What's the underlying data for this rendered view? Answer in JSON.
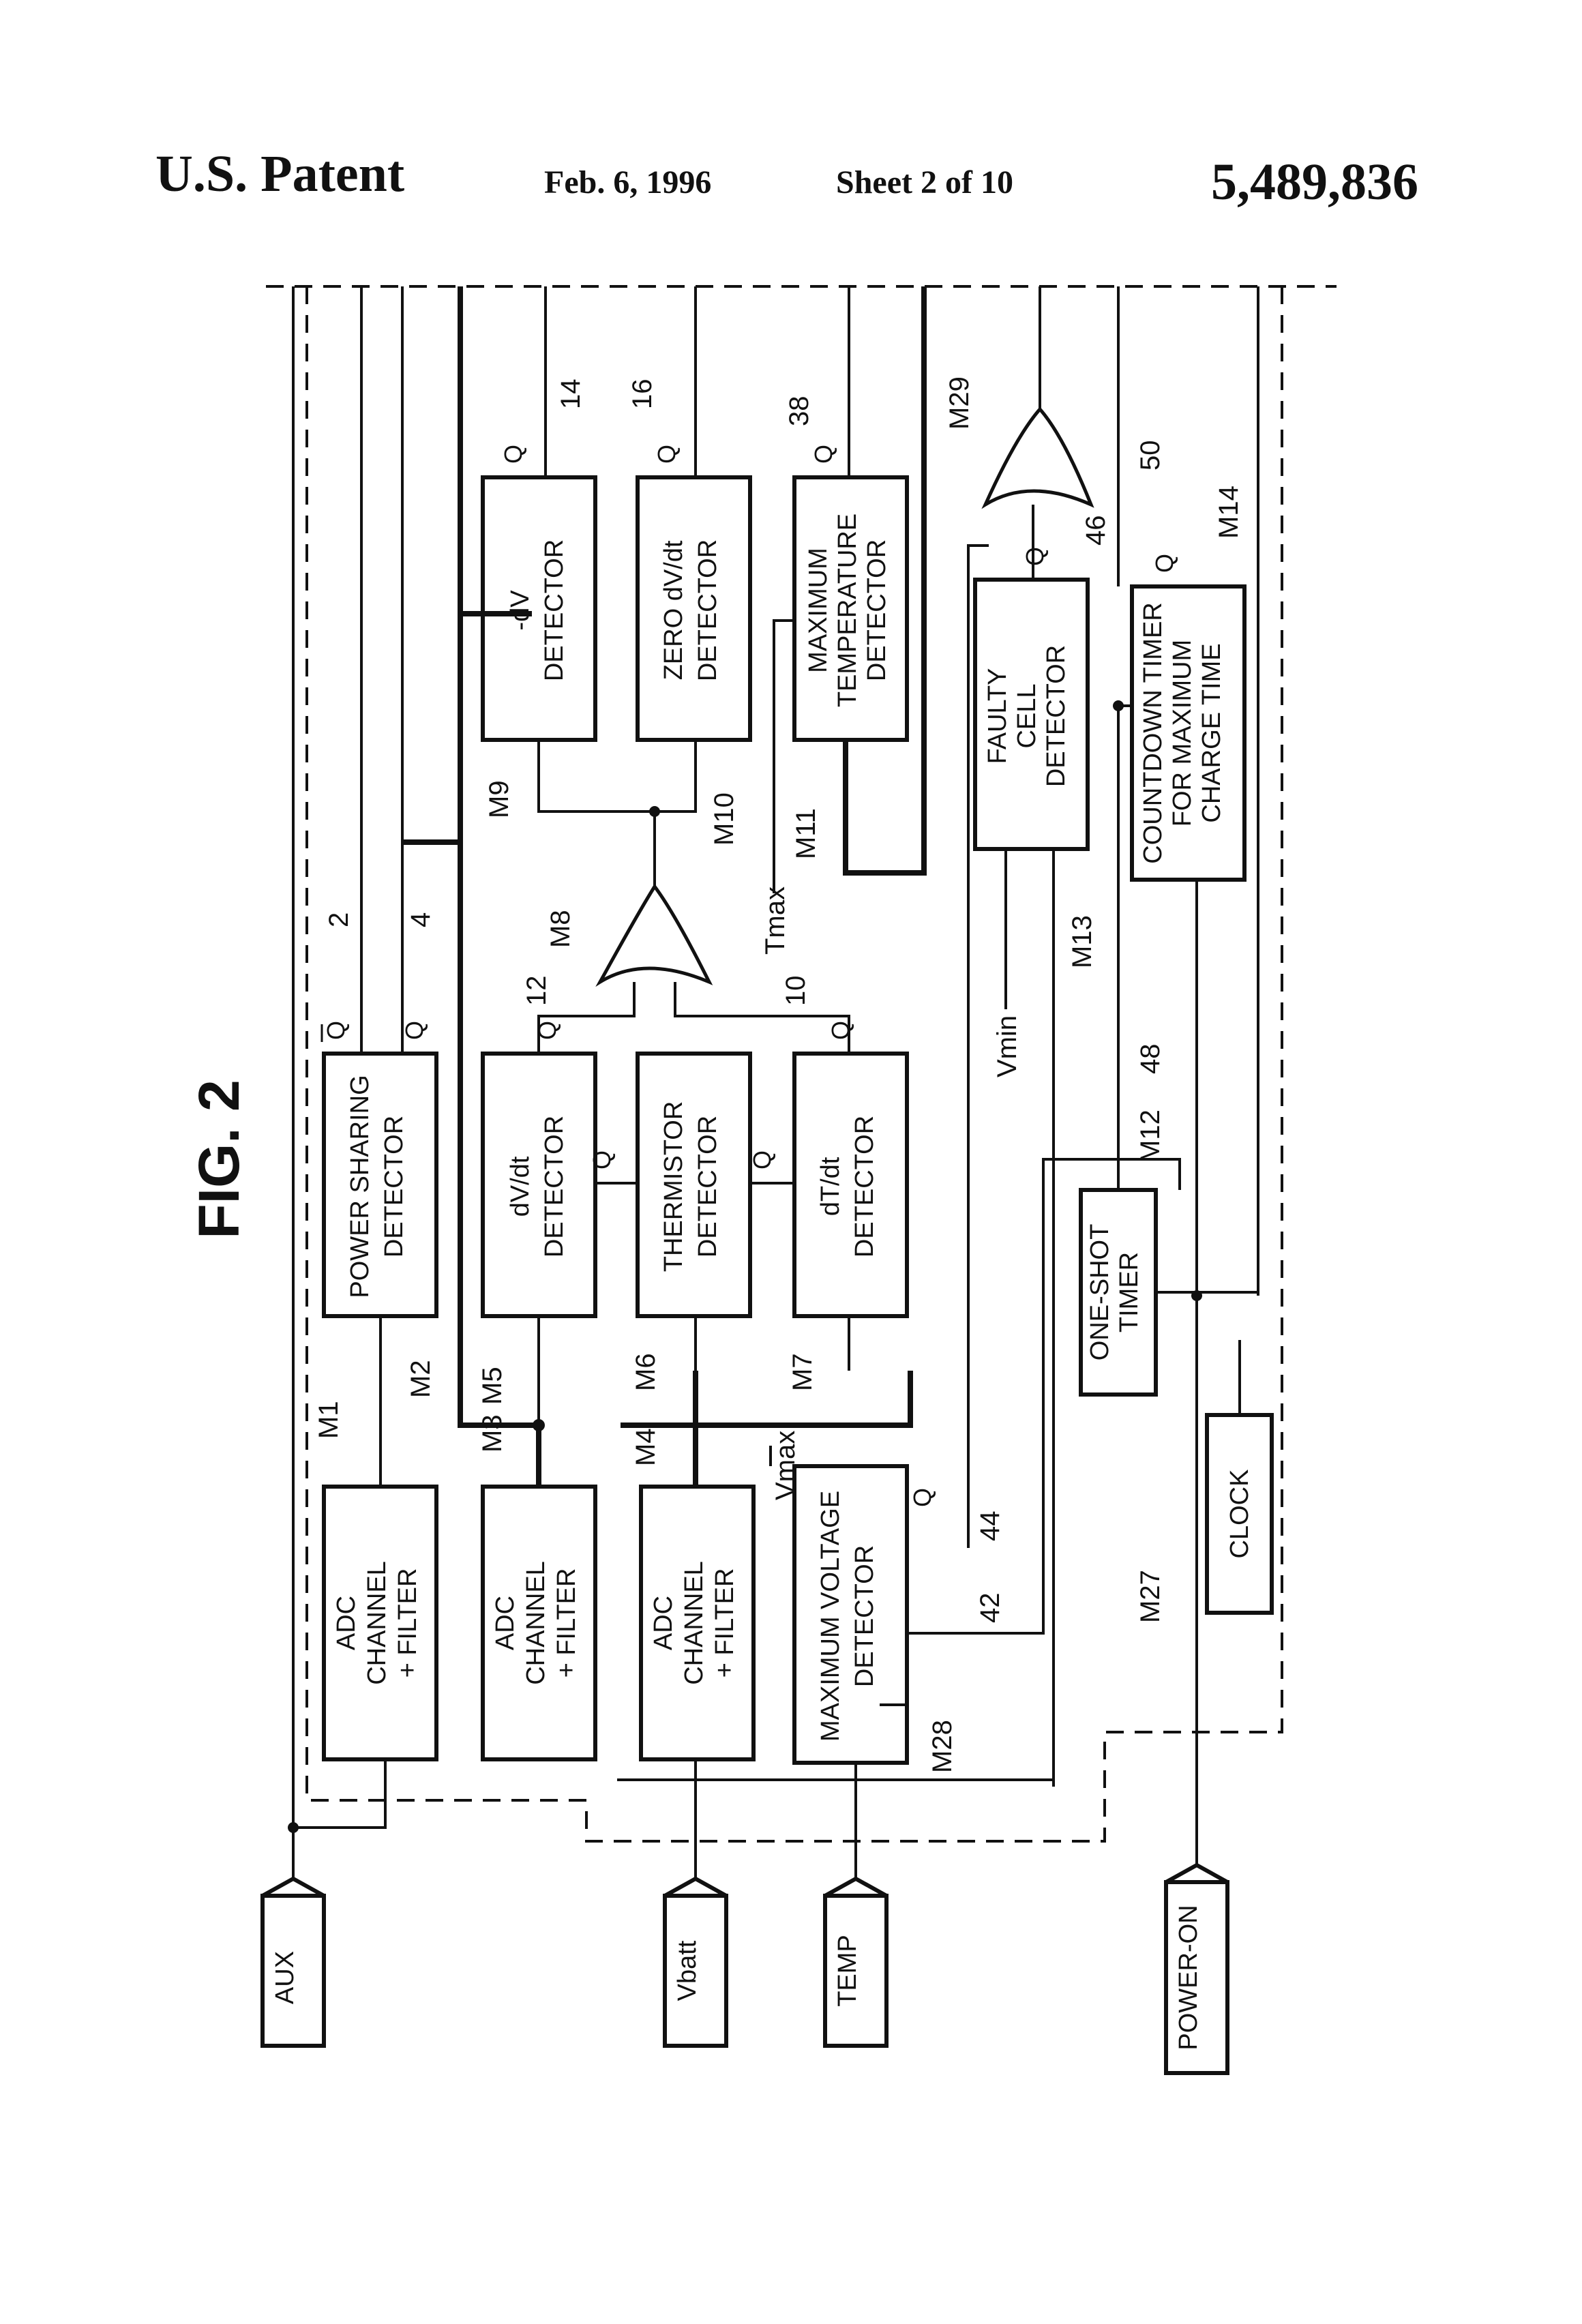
{
  "header": {
    "left": "U.S. Patent",
    "date": "Feb. 6, 1996",
    "sheet": "Sheet 2 of 10",
    "number": "5,489,836"
  },
  "figure": {
    "label": "FIG. 2"
  },
  "inputs": {
    "aux": "AUX",
    "vbatt": "Vbatt",
    "temp": "TEMP",
    "power_on": "POWER-ON"
  },
  "blocks": {
    "adc1": [
      "ADC",
      "CHANNEL",
      "+ FILTER"
    ],
    "adc2": [
      "ADC",
      "CHANNEL",
      "+ FILTER"
    ],
    "adc3": [
      "ADC",
      "CHANNEL",
      "+ FILTER"
    ],
    "max_voltage": [
      "MAXIMUM VOLTAGE",
      "DETECTOR"
    ],
    "power_sharing": [
      "POWER SHARING",
      "DETECTOR"
    ],
    "dvdt": [
      "dV/dt",
      "DETECTOR"
    ],
    "thermistor": [
      "THERMISTOR",
      "DETECTOR"
    ],
    "dtdt": [
      "dT/dt",
      "DETECTOR"
    ],
    "neg_dv": [
      "-dV",
      "DETECTOR"
    ],
    "zero_dvdt": [
      "ZERO dV/dt",
      "DETECTOR"
    ],
    "max_temp": [
      "MAXIMUM",
      "TEMPERATURE",
      "DETECTOR"
    ],
    "faulty_cell": [
      "FAULTY",
      "CELL",
      "DETECTOR"
    ],
    "countdown": [
      "COUNTDOWN TIMER",
      "FOR MAXIMUM",
      "CHARGE TIME"
    ],
    "one_shot": [
      "ONE-SHOT",
      "TIMER"
    ],
    "clock": [
      "CLOCK"
    ]
  },
  "labels": {
    "m1": "M1",
    "m2": "M2",
    "m3": "M3",
    "m4": "M4",
    "m5": "M5",
    "m6": "M6",
    "m7": "M7",
    "m8": "M8",
    "m9": "M9",
    "m10": "M10",
    "m11": "M11",
    "m12": "M12",
    "m13": "M13",
    "m14": "M14",
    "m27": "M27",
    "m28": "M28",
    "m29": "M29",
    "n2": "2",
    "n4": "4",
    "n10": "10",
    "n12": "12",
    "n14": "14",
    "n16": "16",
    "n38": "38",
    "n42": "42",
    "n44": "44",
    "n46": "46",
    "n48": "48",
    "n50": "50",
    "vmax": "Vmax",
    "vmin": "Vmin",
    "tmax": "Tmax",
    "q": "Q",
    "qbar": "Q"
  }
}
